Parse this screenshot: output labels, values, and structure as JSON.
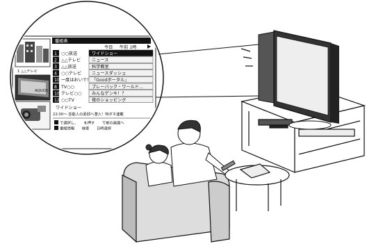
{
  "guide": {
    "header_label": "番組表",
    "header_date": "今日 ",
    "header_time": "午前 1時",
    "thumb1_caption": "1 △△テレビ",
    "thumb2_brand": "AQUOS",
    "rows": [
      {
        "num": "1",
        "channel": "○○放送",
        "program": "ワイドショー",
        "selected": true
      },
      {
        "num": "2",
        "channel": "△△テレビ",
        "program": "ニュース",
        "selected": false
      },
      {
        "num": "3",
        "channel": "△△放送",
        "program": "科学教室",
        "selected": false
      },
      {
        "num": "4",
        "channel": "○○テレビ",
        "program": "ニュースダッシュ",
        "selected": false
      },
      {
        "num": "10",
        "channel": "一度はおいで！",
        "program": "「Goodボータル」",
        "selected": false
      },
      {
        "num": "8",
        "channel": "TV○○",
        "program": "ブレーバック・ワールド…",
        "selected": false
      },
      {
        "num": "10",
        "channel": "テレビ○○",
        "program": "みんなゲンキ！？",
        "selected": false
      },
      {
        "num": "12",
        "channel": "○○TV",
        "program": "夜のショッピング",
        "selected": false
      }
    ],
    "detail_title": "ワイドショー",
    "detail_text": "22:00～ 芸能人の豪邸へ潜入！特ダネ連載",
    "footer_line1": "で選択し、　　を押す　　で前の画面へ",
    "footer_line2": "番組情報　　検索　　日時選択"
  },
  "colors": {
    "outline": "#111111",
    "highlight": "#f2f2f2",
    "tv_screen": "#eeeeee"
  }
}
